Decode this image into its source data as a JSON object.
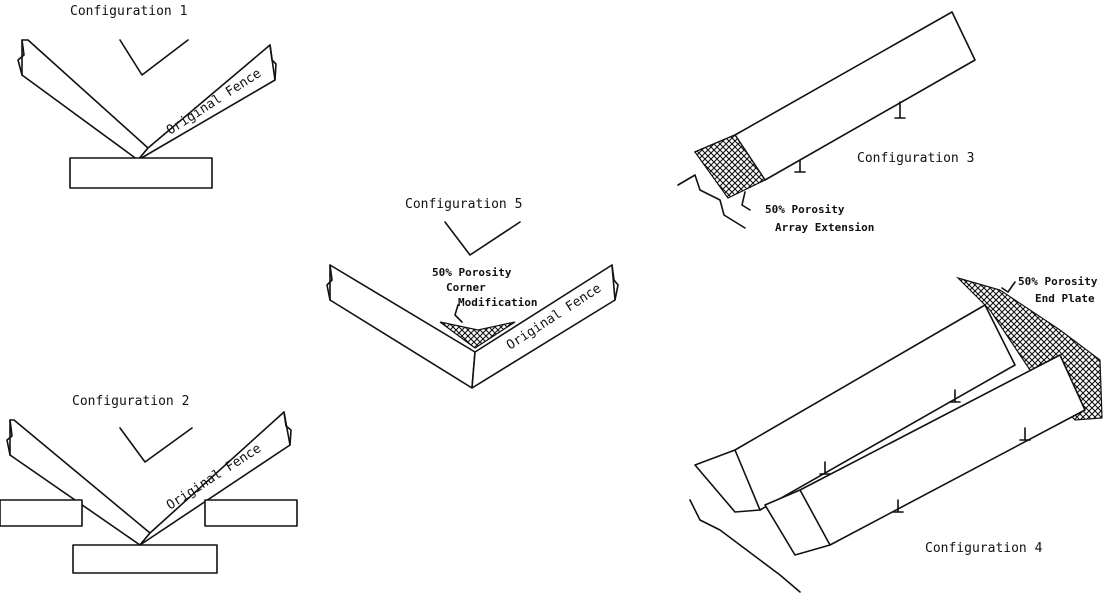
{
  "configurations": {
    "c1": {
      "title": "Configuration 1",
      "fence_label": "Original Fence"
    },
    "c2": {
      "title": "Configuration 2",
      "fence_label": "Original Fence"
    },
    "c3": {
      "title": "Configuration 3",
      "callout": [
        "50% Porosity",
        "Array Extension"
      ]
    },
    "c4": {
      "title": "Configuration 4",
      "callout": [
        "50% Porosity",
        "End Plate"
      ]
    },
    "c5": {
      "title": "Configuration 5",
      "fence_label": "Original Fence",
      "callout": [
        "50% Porosity",
        "Corner",
        "Modification"
      ]
    }
  },
  "colors": {
    "ink": "#111111",
    "paper": "#ffffff"
  }
}
